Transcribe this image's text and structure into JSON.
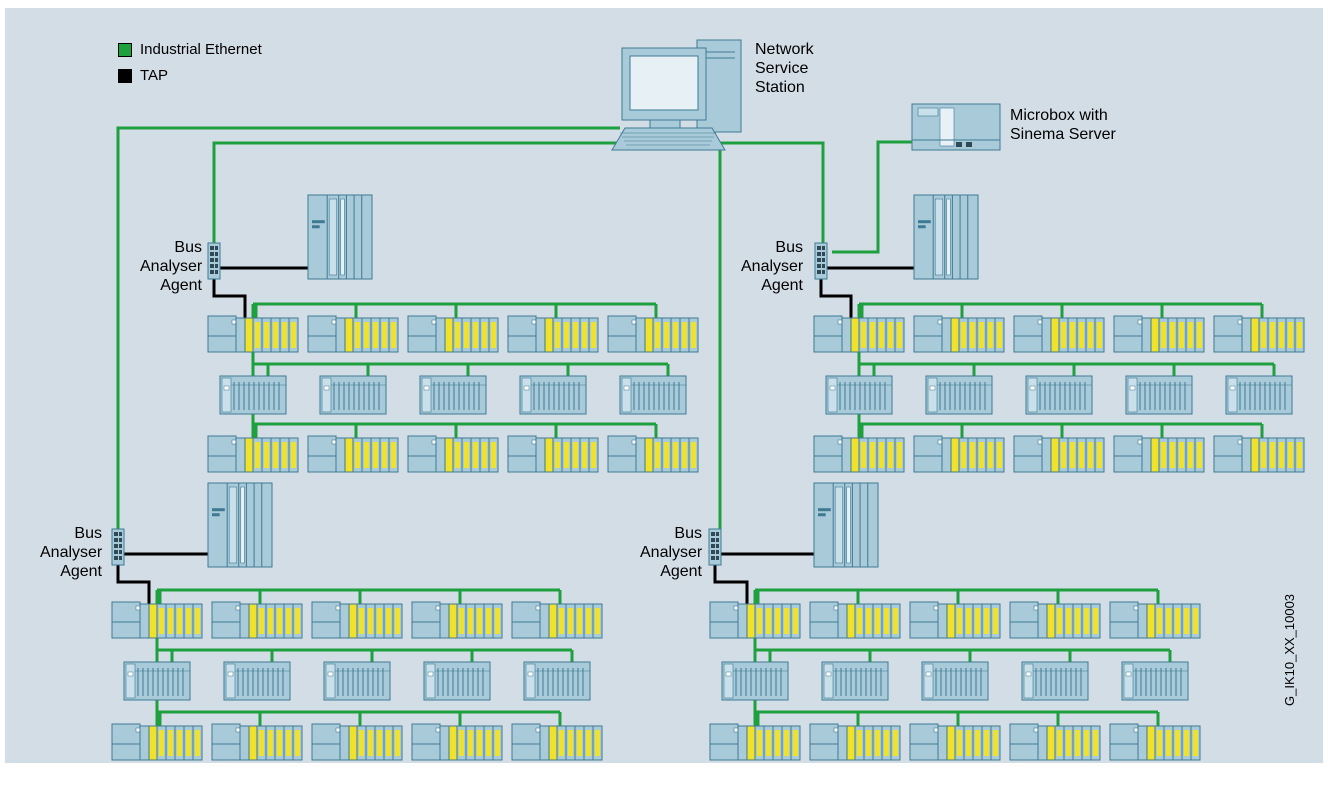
{
  "legend": {
    "items": [
      {
        "label": "Industrial Ethernet",
        "color": "#1fa03f"
      },
      {
        "label": "TAP",
        "color": "#000000"
      }
    ]
  },
  "labels": {
    "network_service_station": [
      "Network",
      "Service",
      "Station"
    ],
    "microbox": [
      "Microbox with",
      "Sinema Server"
    ],
    "agent_1": [
      "Bus",
      "Analyser",
      "Agent"
    ],
    "agent_2": [
      "Bus",
      "Analyser",
      "Agent"
    ],
    "agent_3": [
      "Bus",
      "Analyser",
      "Agent"
    ],
    "agent_4": [
      "Bus",
      "Analyser",
      "Agent"
    ]
  },
  "figure_id": "G_IK10_XX_10003",
  "colors": {
    "ethernet": "#1fa03f",
    "tap": "#000000",
    "device_fill": "#a9cad8",
    "device_stroke": "#3f7a93",
    "slot_highlight": "#f0e22a",
    "background": "#d3dde6"
  }
}
